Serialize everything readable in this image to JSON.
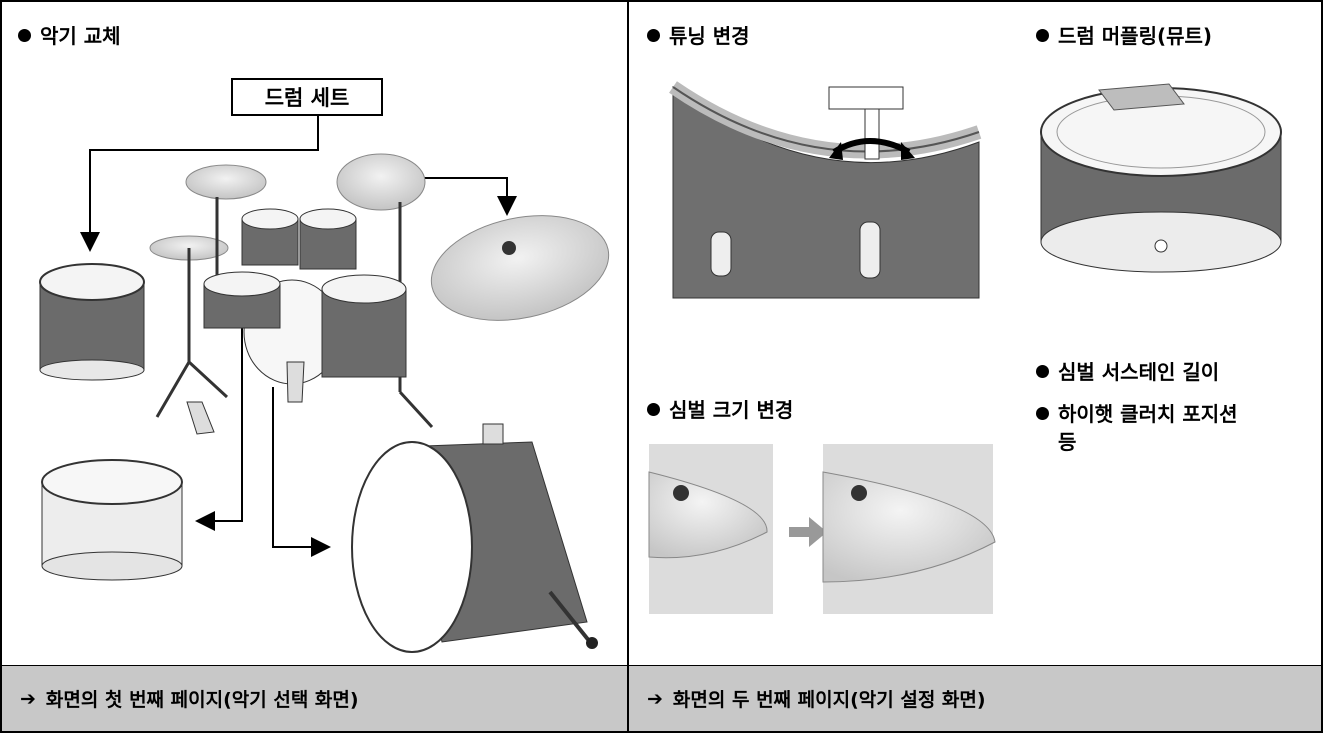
{
  "left_panel": {
    "heading": "악기 교체",
    "set_label": "드럼 세트",
    "footer_arrow": "➔",
    "footer_text": "화면의 첫 번째 페이지(악기 선택 화면)"
  },
  "right_panel": {
    "tuning": "튜닝 변경",
    "muffling": "드럼 머플링(뮤트)",
    "cymbal_size": "심벌 크기 변경",
    "extra_items": [
      "심벌 서스테인 길이",
      "하이햇 클러치 포지션",
      "등"
    ],
    "footer_arrow": "➔",
    "footer_text": "화면의 두 번째 페이지(악기 설정 화면)"
  },
  "colors": {
    "drum_shell": "#6b6b6b",
    "footer_bg": "#c8c8c8",
    "cymbal": "#d9d9d9",
    "border": "#000000"
  }
}
